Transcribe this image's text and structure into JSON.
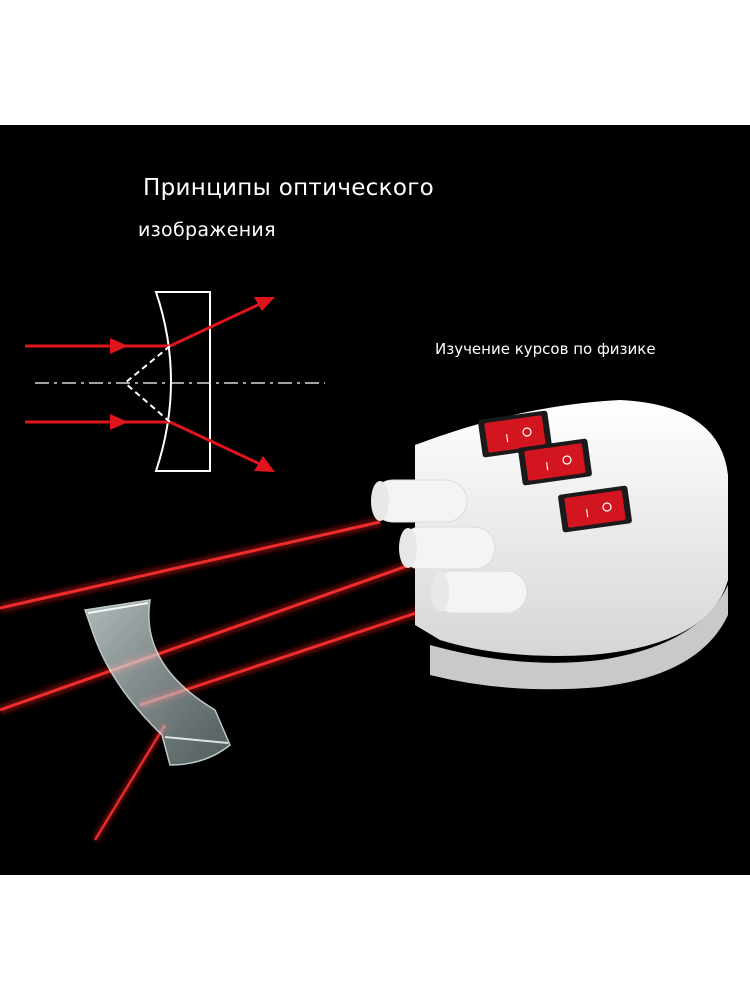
{
  "title_line1": "Принципы оптического",
  "title_line2": "изображения",
  "subtitle": "Изучение курсов по физике",
  "colors": {
    "background": "#000000",
    "text": "#ffffff",
    "laser": "#e0141c",
    "device": "#f2f2f2",
    "switch": "#d3151f"
  },
  "device": {
    "switches": [
      "switch-off",
      "switch-off",
      "switch-off"
    ],
    "beams": 3
  }
}
